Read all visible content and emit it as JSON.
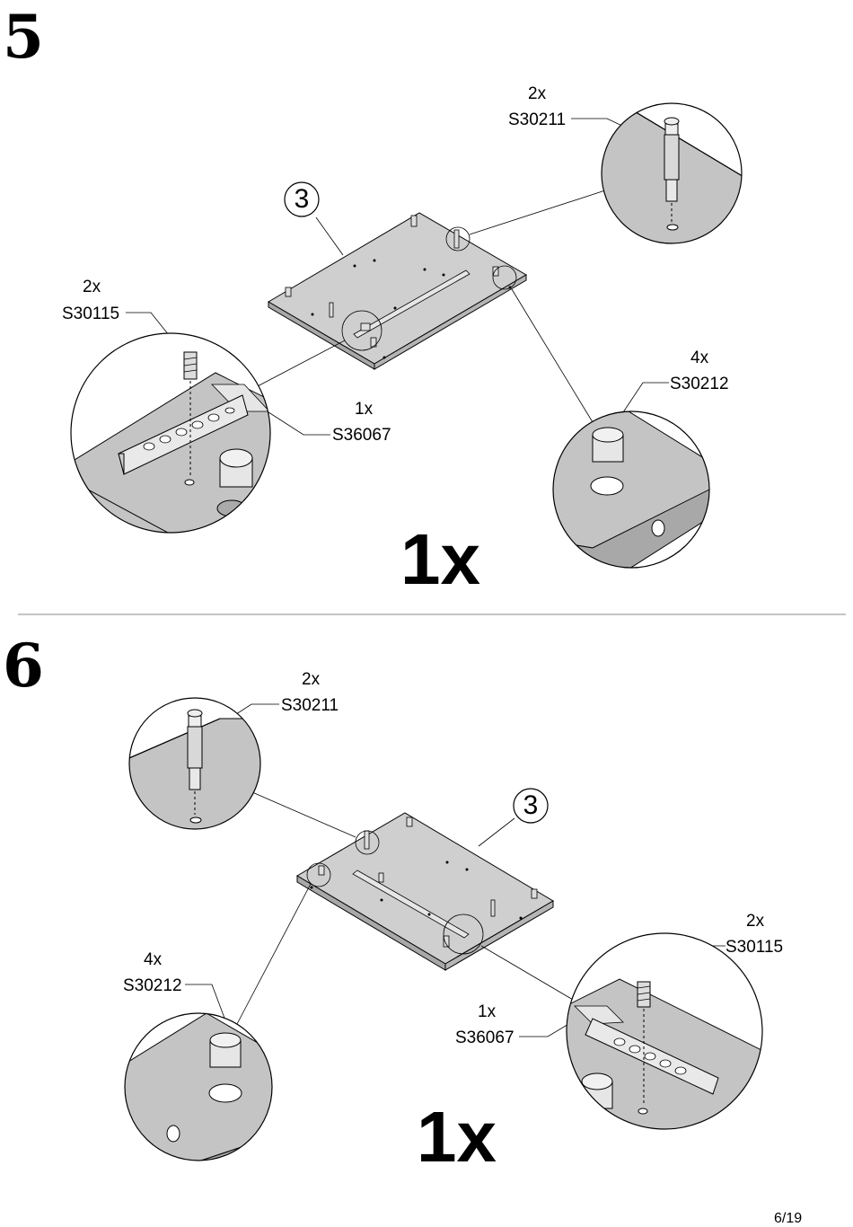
{
  "steps": [
    {
      "number": "5",
      "panel_ref": "3",
      "quantity": "1x",
      "callouts": {
        "dowel_top": {
          "qty": "2x",
          "code": "S30211"
        },
        "screw_left": {
          "qty": "2x",
          "code": "S30115"
        },
        "rail": {
          "qty": "1x",
          "code": "S36067"
        },
        "cam": {
          "qty": "4x",
          "code": "S30212"
        }
      }
    },
    {
      "number": "6",
      "panel_ref": "3",
      "quantity": "1x",
      "callouts": {
        "dowel_top": {
          "qty": "2x",
          "code": "S30211"
        },
        "screw_right": {
          "qty": "2x",
          "code": "S30115"
        },
        "rail": {
          "qty": "1x",
          "code": "S36067"
        },
        "cam": {
          "qty": "4x",
          "code": "S30212"
        }
      }
    }
  ],
  "page": "6/19",
  "colors": {
    "panel": "#c8c8c8",
    "panel_edge": "#a0a0a0",
    "zoom_fill": "#bdbdbd",
    "line": "#000000"
  }
}
